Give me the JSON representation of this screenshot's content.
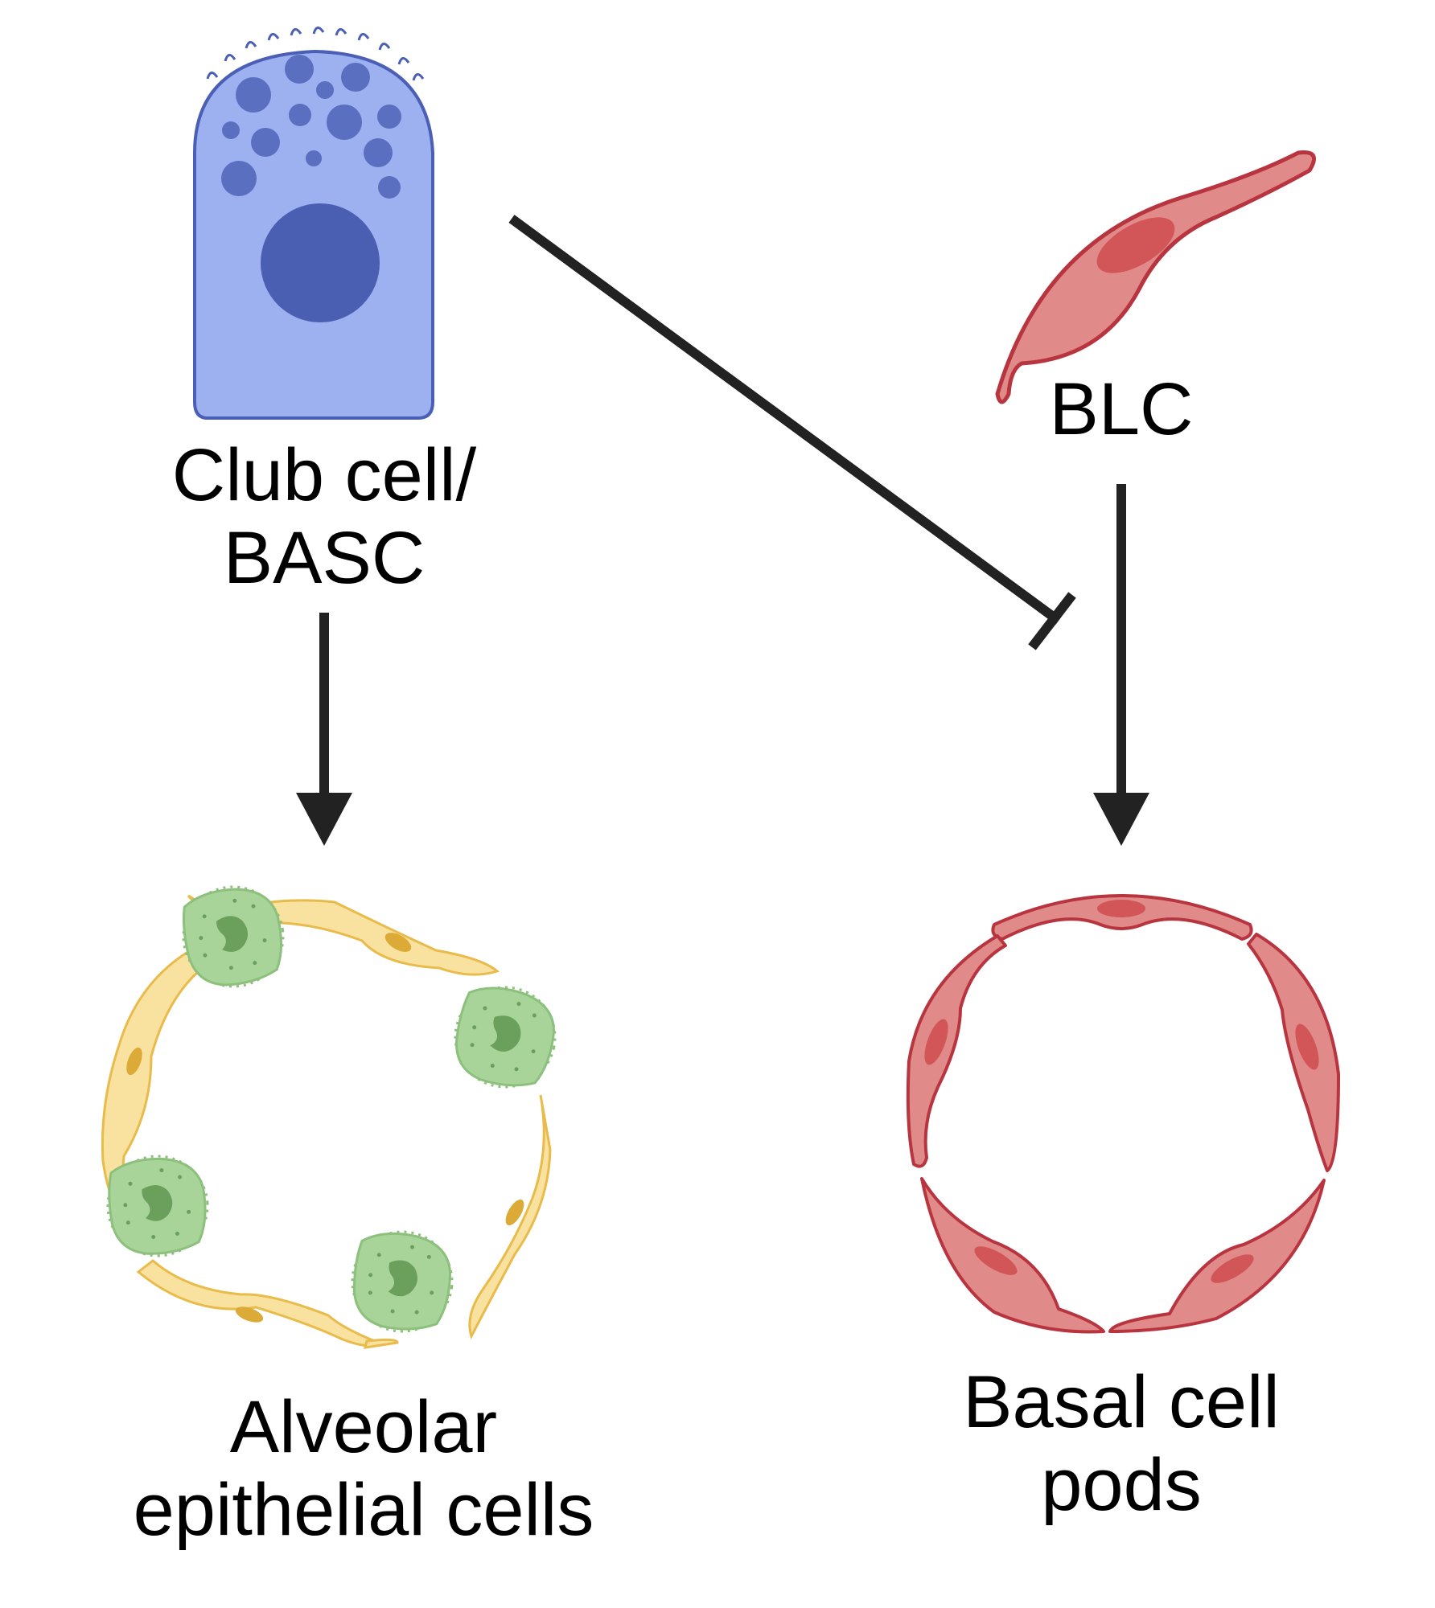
{
  "nodes": {
    "club_cell": {
      "line1": "Club cell/",
      "line2": "BASC",
      "icon": "club-cell-icon"
    },
    "blc": {
      "line1": "BLC",
      "icon": "spindle-cell-icon"
    },
    "alveolar": {
      "line1": "Alveolar",
      "line2": "epithelial cells",
      "icon": "alveolus-icon"
    },
    "basal_pods": {
      "line1": "Basal cell",
      "line2": "pods",
      "icon": "basal-pod-ring-icon"
    }
  },
  "edges": [
    {
      "from": "club_cell",
      "to": "alveolar",
      "kind": "activation"
    },
    {
      "from": "blc",
      "to": "basal_pods",
      "kind": "activation"
    },
    {
      "from": "club_cell",
      "to": "basal_pods",
      "kind": "inhibition"
    }
  ],
  "colors": {
    "club_fill": "#9db0f0",
    "club_stroke": "#4a5fb5",
    "club_granule": "#5a6fc0",
    "club_nucleus": "#4a5eb2",
    "red_fill": "#e08a8a",
    "red_stroke": "#b8343f",
    "red_nucleus": "#d25557",
    "green_fill": "#a8d49a",
    "green_stroke": "#8cc07c",
    "green_nucleus": "#6a9f5c",
    "yellow_fill": "#f9e19f",
    "yellow_stroke": "#e8bb4a",
    "yellow_nucleus": "#dcaa36",
    "arrow": "#222222"
  }
}
